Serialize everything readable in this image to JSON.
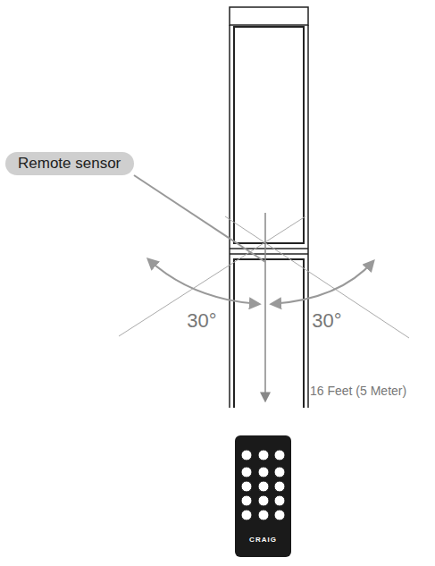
{
  "diagram": {
    "nodes": [
      {
        "text": [
          "Remote sensor"
        ]
      }
    ],
    "labels": [
      "30°",
      "30°",
      "16 Feet (5 Meter)",
      "CRAIG"
    ]
  }
}
